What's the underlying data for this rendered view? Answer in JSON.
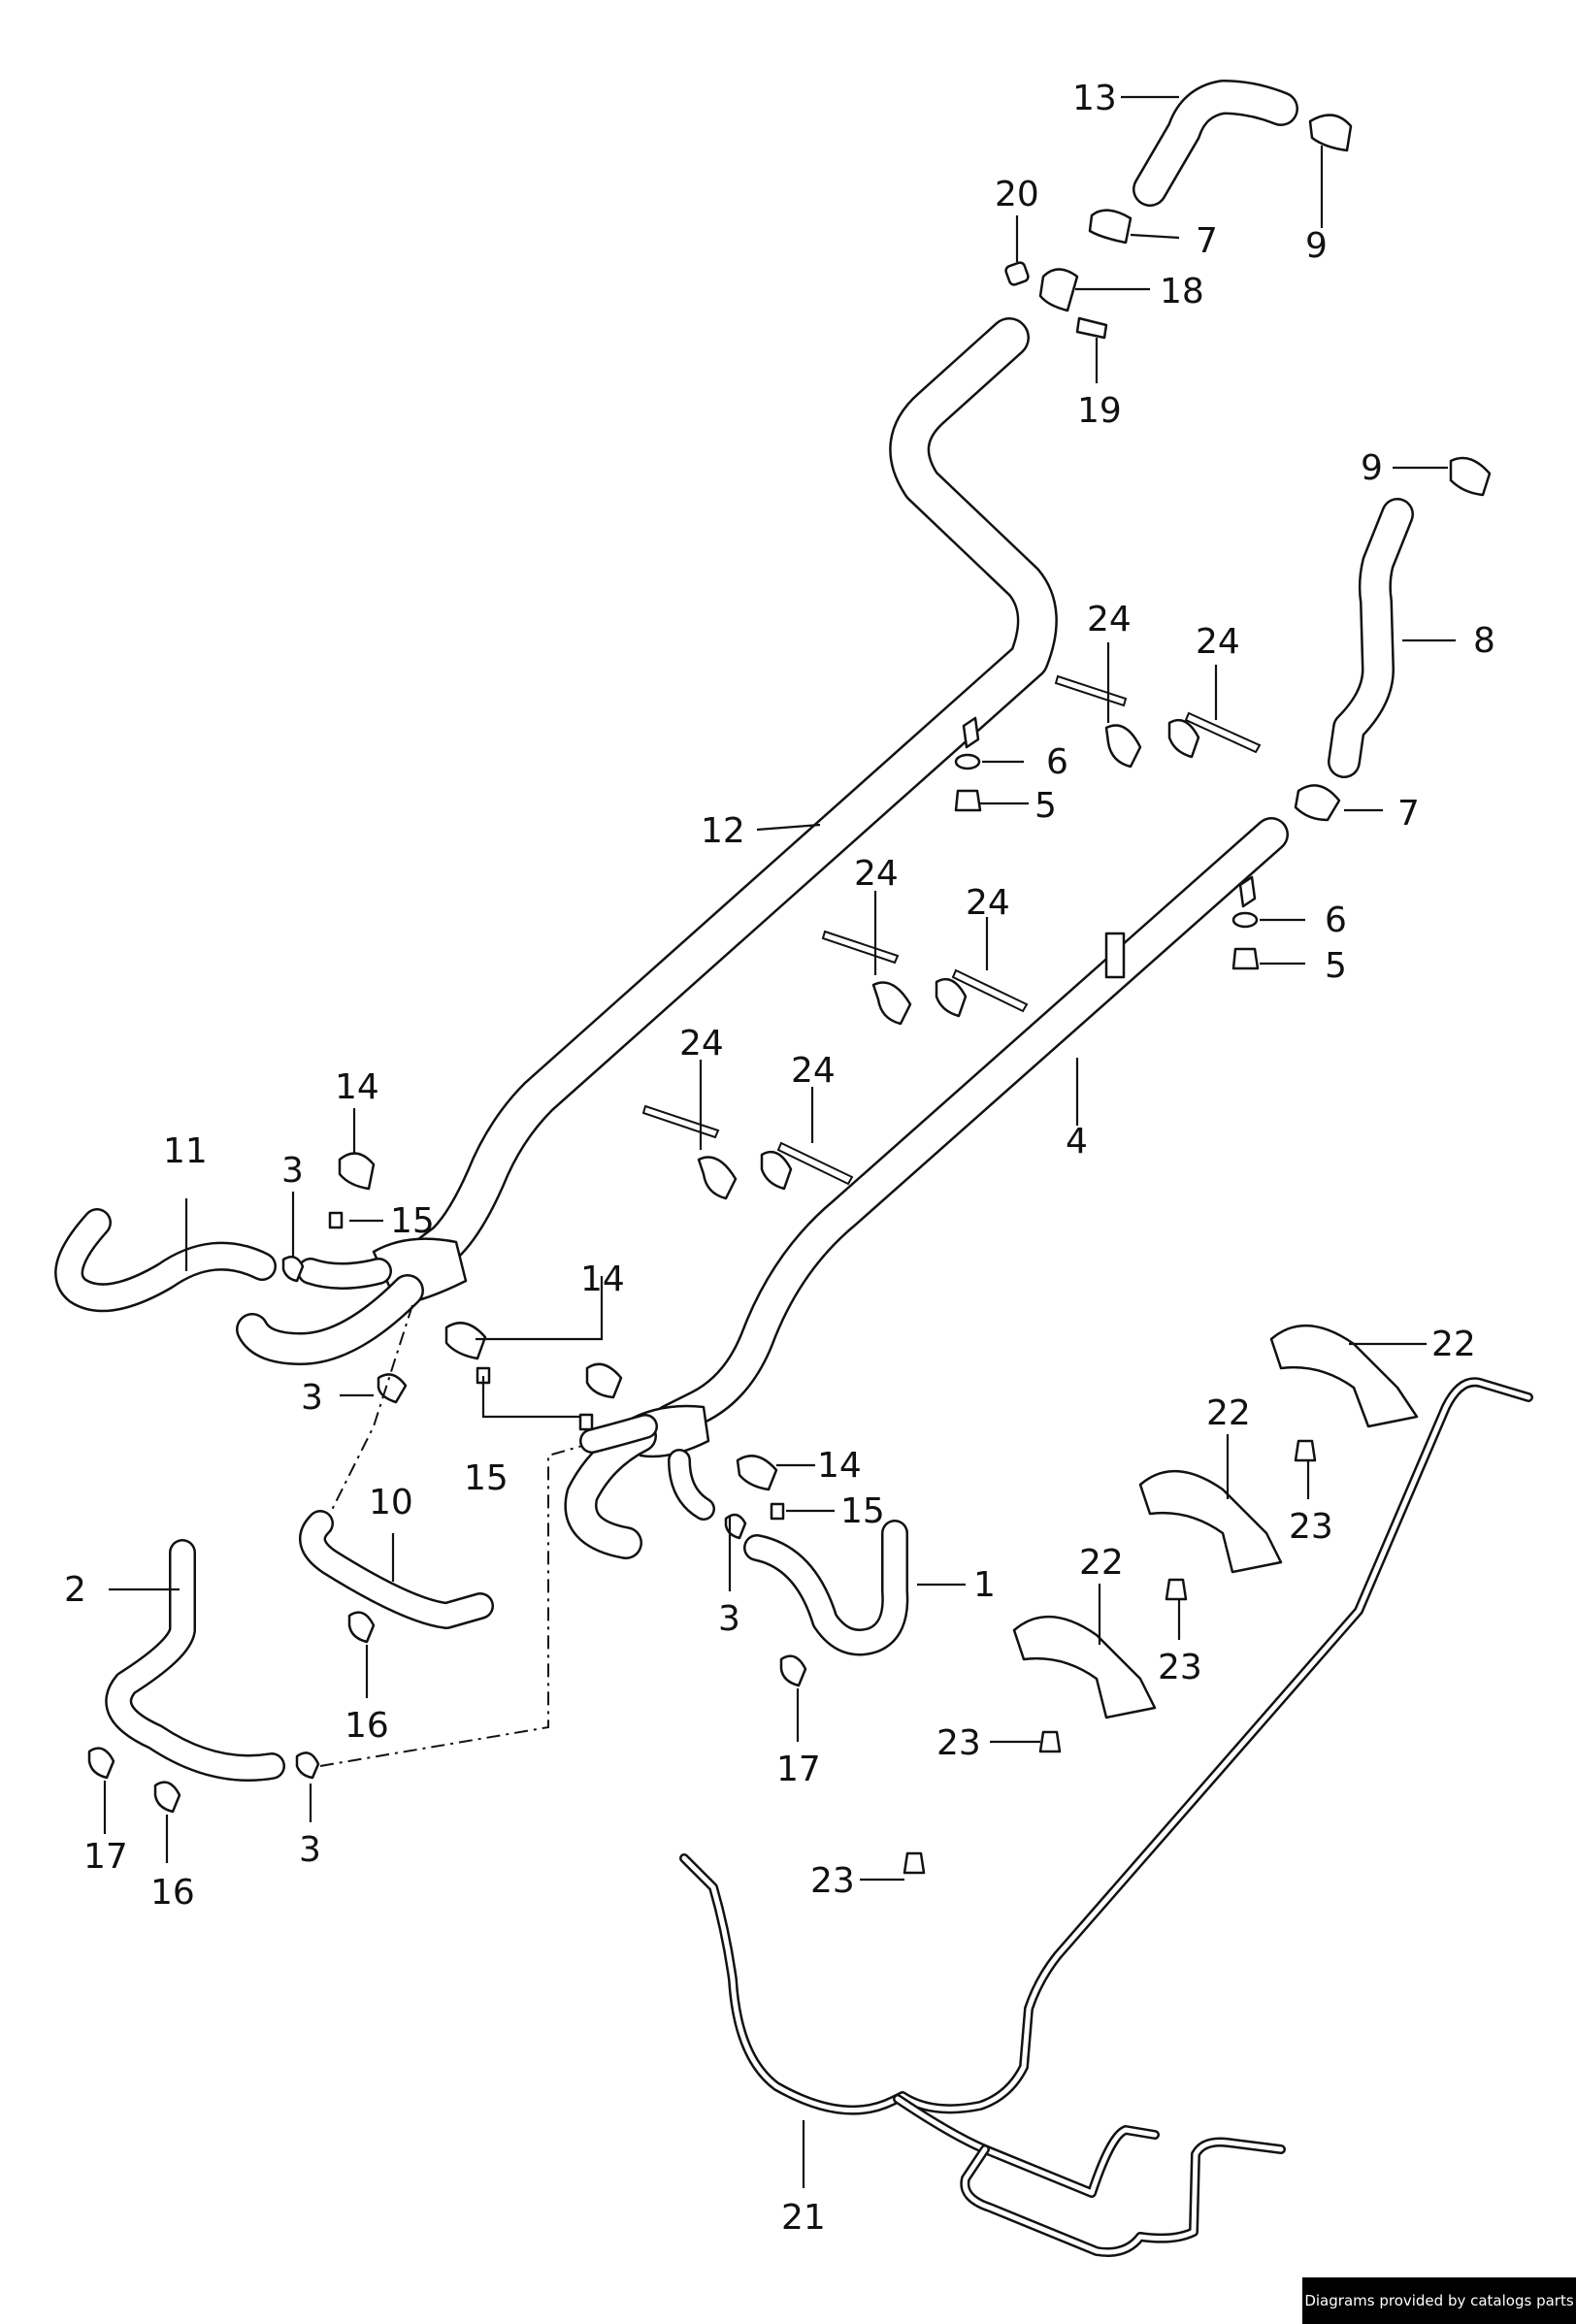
{
  "diagram": {
    "callouts": [
      "1",
      "2",
      "3",
      "3",
      "3",
      "3",
      "4",
      "5",
      "5",
      "6",
      "6",
      "7",
      "7",
      "8",
      "9",
      "9",
      "10",
      "11",
      "12",
      "13",
      "14",
      "14",
      "14",
      "15",
      "15",
      "15",
      "16",
      "16",
      "17",
      "17",
      "18",
      "19",
      "20",
      "21",
      "22",
      "22",
      "22",
      "23",
      "23",
      "23",
      "23",
      "24",
      "24",
      "24",
      "24",
      "24",
      "24"
    ]
  },
  "footer": {
    "credit": "Diagrams provided by catalogs parts"
  }
}
